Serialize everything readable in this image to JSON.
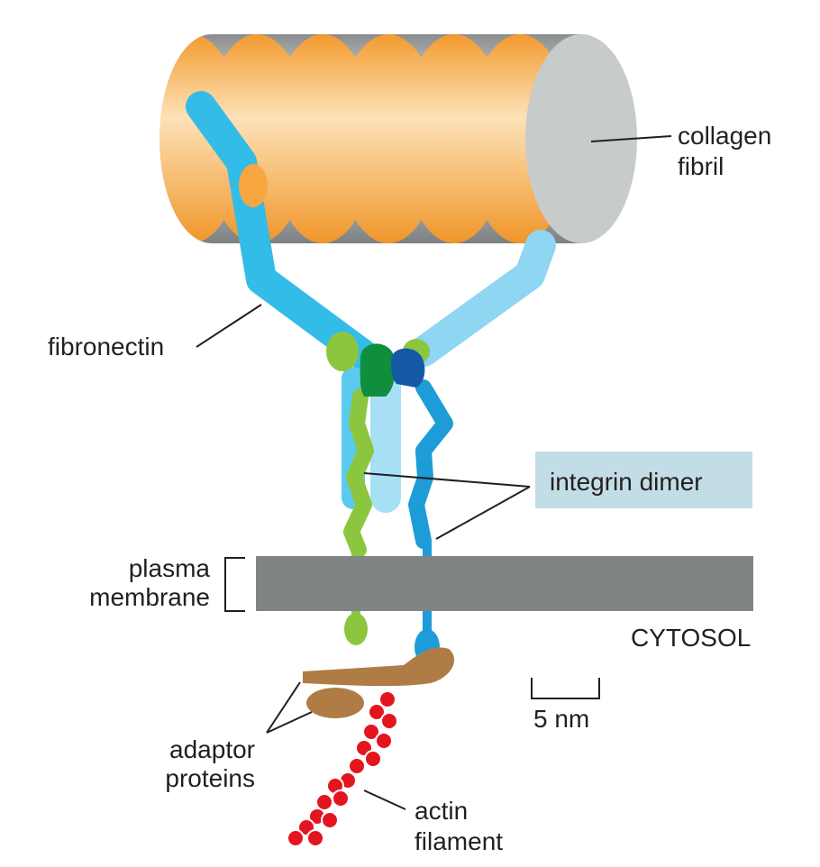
{
  "labels": {
    "collagen_line1": "collagen",
    "collagen_line2": "fibril",
    "fibronectin": "fibronectin",
    "integrin_dimer": "integrin dimer",
    "plasma_line1": "plasma",
    "plasma_line2": "membrane",
    "cytosol": "CYTOSOL",
    "scale": "5 nm",
    "adaptor_line1": "adaptor",
    "adaptor_line2": "proteins",
    "actin_line1": "actin",
    "actin_line2": "filament"
  },
  "colors": {
    "collagen_orange": "#f8a640",
    "collagen_gray": "#9ea1a3",
    "collagen_end": "#c7cbca",
    "fibronectin_blue": "#34bce8",
    "fibronectin_light": "#8fd6f2",
    "integrin_green": "#8cc63f",
    "integrin_dark_green": "#0f8f3c",
    "integrin_blue": "#1e9cd7",
    "integrin_dark_blue": "#1459a6",
    "membrane": "#7f8585",
    "label_box": "#c3dde6",
    "adaptor": "#b07c45",
    "actin": "#e3151f"
  }
}
